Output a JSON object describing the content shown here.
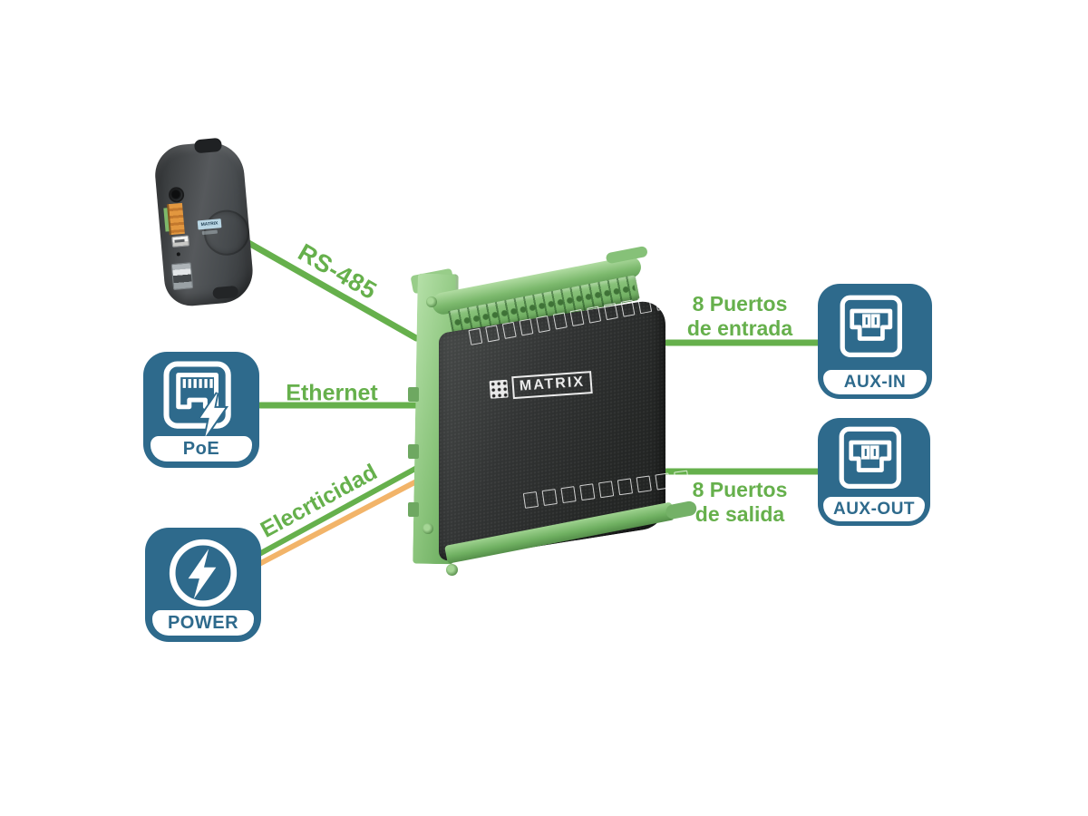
{
  "background": "#ffffff",
  "colors": {
    "green": "#66b04c",
    "orange": "#f2b469",
    "blue": "#2e6a8c",
    "white": "#ffffff"
  },
  "devices": {
    "reader": {
      "brand": "MATRIX"
    },
    "controller": {
      "brand": "MATRIX"
    }
  },
  "connections": {
    "rs485": {
      "label": "RS-485",
      "color": "green"
    },
    "ethernet": {
      "label": "Ethernet",
      "color": "green"
    },
    "electricity": {
      "label": "Elecrticidad",
      "colors": [
        "green",
        "orange"
      ]
    },
    "aux_in": {
      "label_line1": "8 Puertos",
      "label_line2": "de entrada",
      "color": "green"
    },
    "aux_out": {
      "label_line1": "8 Puertos",
      "label_line2": "de salida",
      "color": "green"
    }
  },
  "nodes": {
    "poe": {
      "label": "PoE",
      "icon": "ethernet-poe-icon"
    },
    "power": {
      "label": "POWER",
      "icon": "lightning-bolt-icon"
    },
    "aux_in": {
      "label": "AUX-IN",
      "icon": "connector-icon"
    },
    "aux_out": {
      "label": "AUX-OUT",
      "icon": "connector-icon"
    }
  }
}
